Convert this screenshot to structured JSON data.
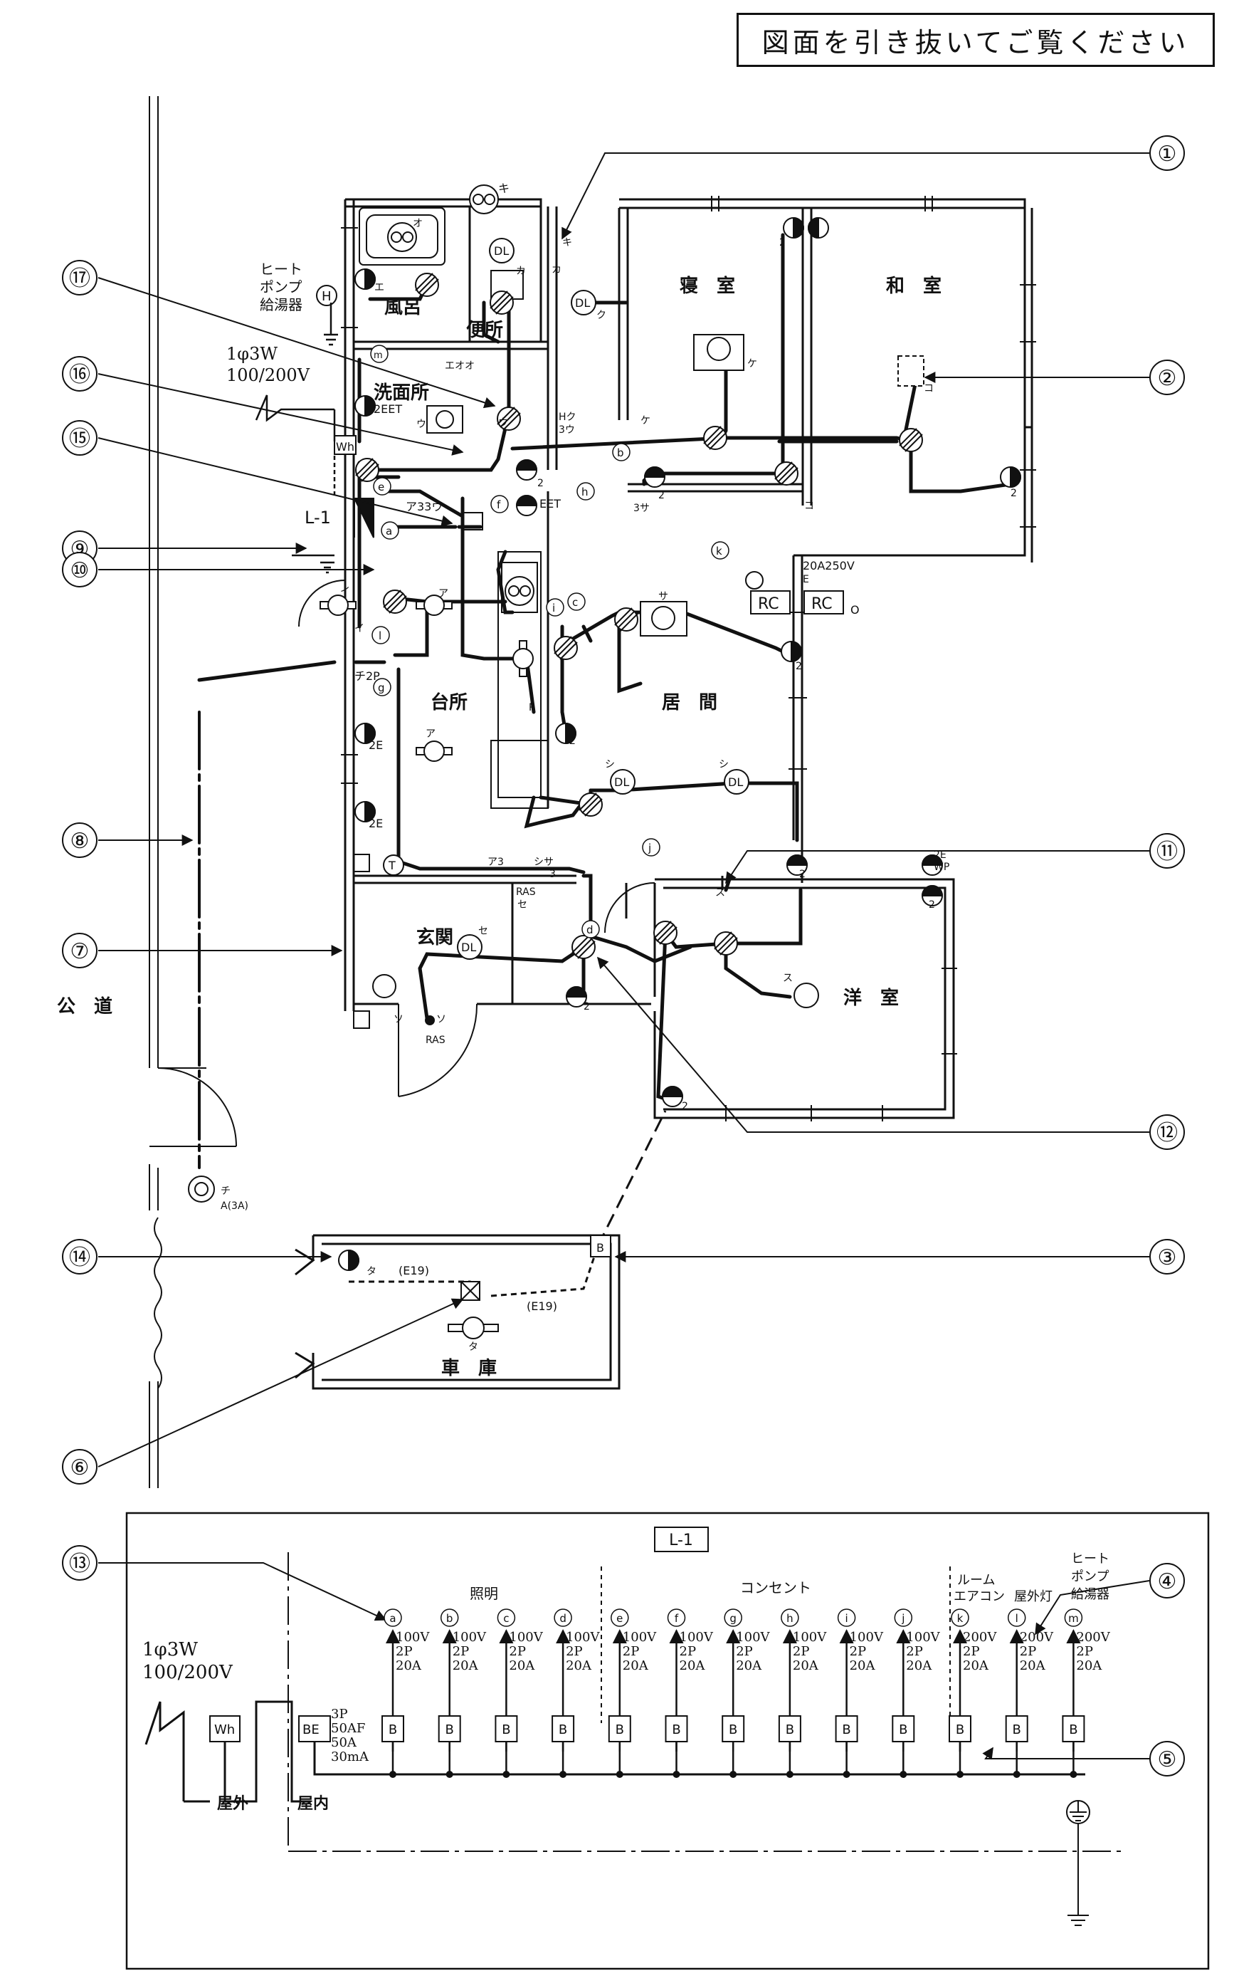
{
  "header": {
    "instruction": "図面を引き抜いてご覧ください"
  },
  "callouts": [
    "①",
    "②",
    "③",
    "④",
    "⑤",
    "⑥",
    "⑦",
    "⑧",
    "⑨",
    "⑩",
    "⑪",
    "⑫",
    "⑬",
    "⑭",
    "⑮",
    "⑯",
    "⑰"
  ],
  "rooms": {
    "bath": "風呂",
    "toilet": "便所",
    "washroom": "洗面所",
    "bedroom": "寝　室",
    "japanese_room": "和　室",
    "kitchen": "台所",
    "living": "居　間",
    "entrance": "玄関",
    "western_room": "洋　室",
    "garage": "車　庫",
    "road": "公　道"
  },
  "service": {
    "phase": "1φ3W",
    "voltage": "100/200V",
    "panel": "L-1"
  },
  "heat_pump": [
    "ヒート",
    "ポンプ",
    "給湯器"
  ],
  "plan_labels": {
    "wh": "Wh",
    "h": "H",
    "rc": "RC",
    "rc_o": "O",
    "dl": "DL",
    "ras": "RAS",
    "e19_a": "(E19)",
    "e19_b": "(E19)",
    "outlet_20a": "20A250V",
    "outlet_20a_e": "E",
    "two_e": "2E",
    "two_eet": "2EET",
    "eet": "EET",
    "two_e_wp": "2E",
    "wp": "WP",
    "chi_2p": "チ2P",
    "chi_a3a": "A(3A)",
    "a33u": "ア33ウ",
    "eoo": "エオオ",
    "hku": "Hク",
    "three_u": "3ウ",
    "two": "2",
    "three": "3",
    "b": "B",
    "p": "P",
    "k_a": "キ",
    "k_b": "キ",
    "k_c": "カ",
    "k_d": "カ",
    "k_e": "オ",
    "k_f": "エ",
    "k_g": "ク",
    "k_h": "ケ",
    "k_i": "ケ",
    "k_j": "コ",
    "k_k": "コ",
    "k_l": "サ",
    "k_m": "3サ",
    "k_n": "シ",
    "k_o": "シ",
    "k_p": "シサ",
    "k_q": "ア",
    "k_r": "ア",
    "k_s": "ア3",
    "k_t": "セ",
    "k_u": "セ",
    "k_v": "ソ",
    "k_w": "ソ",
    "k_x": "ス",
    "k_y": "ス",
    "k_z": "タ",
    "k_aa": "タ",
    "k_bb": "イ",
    "k_cc": "イ",
    "k_dd": "ウ",
    "k_ee": "ウ",
    "k_ff": "チ",
    "k_gg": "T",
    "k_hh": "ヨ"
  },
  "panel_schedule": {
    "title": "L-1",
    "groups": {
      "lighting": "照明",
      "outlets": "コンセント",
      "room_aircon": [
        "ルーム",
        "エアコン"
      ],
      "outdoor_light": "屋外灯",
      "heat_pump": [
        "ヒート",
        "ポンプ",
        "給湯器"
      ]
    },
    "service": {
      "phase": "1φ3W",
      "voltage": "100/200V"
    },
    "meter": "Wh",
    "main_breaker": {
      "label": "BE",
      "spec": [
        "3P",
        "50AF",
        "50A",
        "30mA"
      ]
    },
    "outdoor": "屋外",
    "indoor": "屋内",
    "branches": [
      {
        "circuit": "a",
        "volt": "100V",
        "poles": "2P",
        "amp": "20A",
        "breaker": "B"
      },
      {
        "circuit": "b",
        "volt": "100V",
        "poles": "2P",
        "amp": "20A",
        "breaker": "B"
      },
      {
        "circuit": "c",
        "volt": "100V",
        "poles": "2P",
        "amp": "20A",
        "breaker": "B"
      },
      {
        "circuit": "d",
        "volt": "100V",
        "poles": "2P",
        "amp": "20A",
        "breaker": "B"
      },
      {
        "circuit": "e",
        "volt": "100V",
        "poles": "2P",
        "amp": "20A",
        "breaker": "B"
      },
      {
        "circuit": "f",
        "volt": "100V",
        "poles": "2P",
        "amp": "20A",
        "breaker": "B"
      },
      {
        "circuit": "g",
        "volt": "100V",
        "poles": "2P",
        "amp": "20A",
        "breaker": "B"
      },
      {
        "circuit": "h",
        "volt": "100V",
        "poles": "2P",
        "amp": "20A",
        "breaker": "B"
      },
      {
        "circuit": "i",
        "volt": "100V",
        "poles": "2P",
        "amp": "20A",
        "breaker": "B"
      },
      {
        "circuit": "j",
        "volt": "100V",
        "poles": "2P",
        "amp": "20A",
        "breaker": "B"
      },
      {
        "circuit": "k",
        "volt": "200V",
        "poles": "2P",
        "amp": "20A",
        "breaker": "B"
      },
      {
        "circuit": "l",
        "volt": "200V",
        "poles": "2P",
        "amp": "20A",
        "breaker": "B"
      },
      {
        "circuit": "m",
        "volt": "200V",
        "poles": "2P",
        "amp": "20A",
        "breaker": "B"
      }
    ]
  }
}
